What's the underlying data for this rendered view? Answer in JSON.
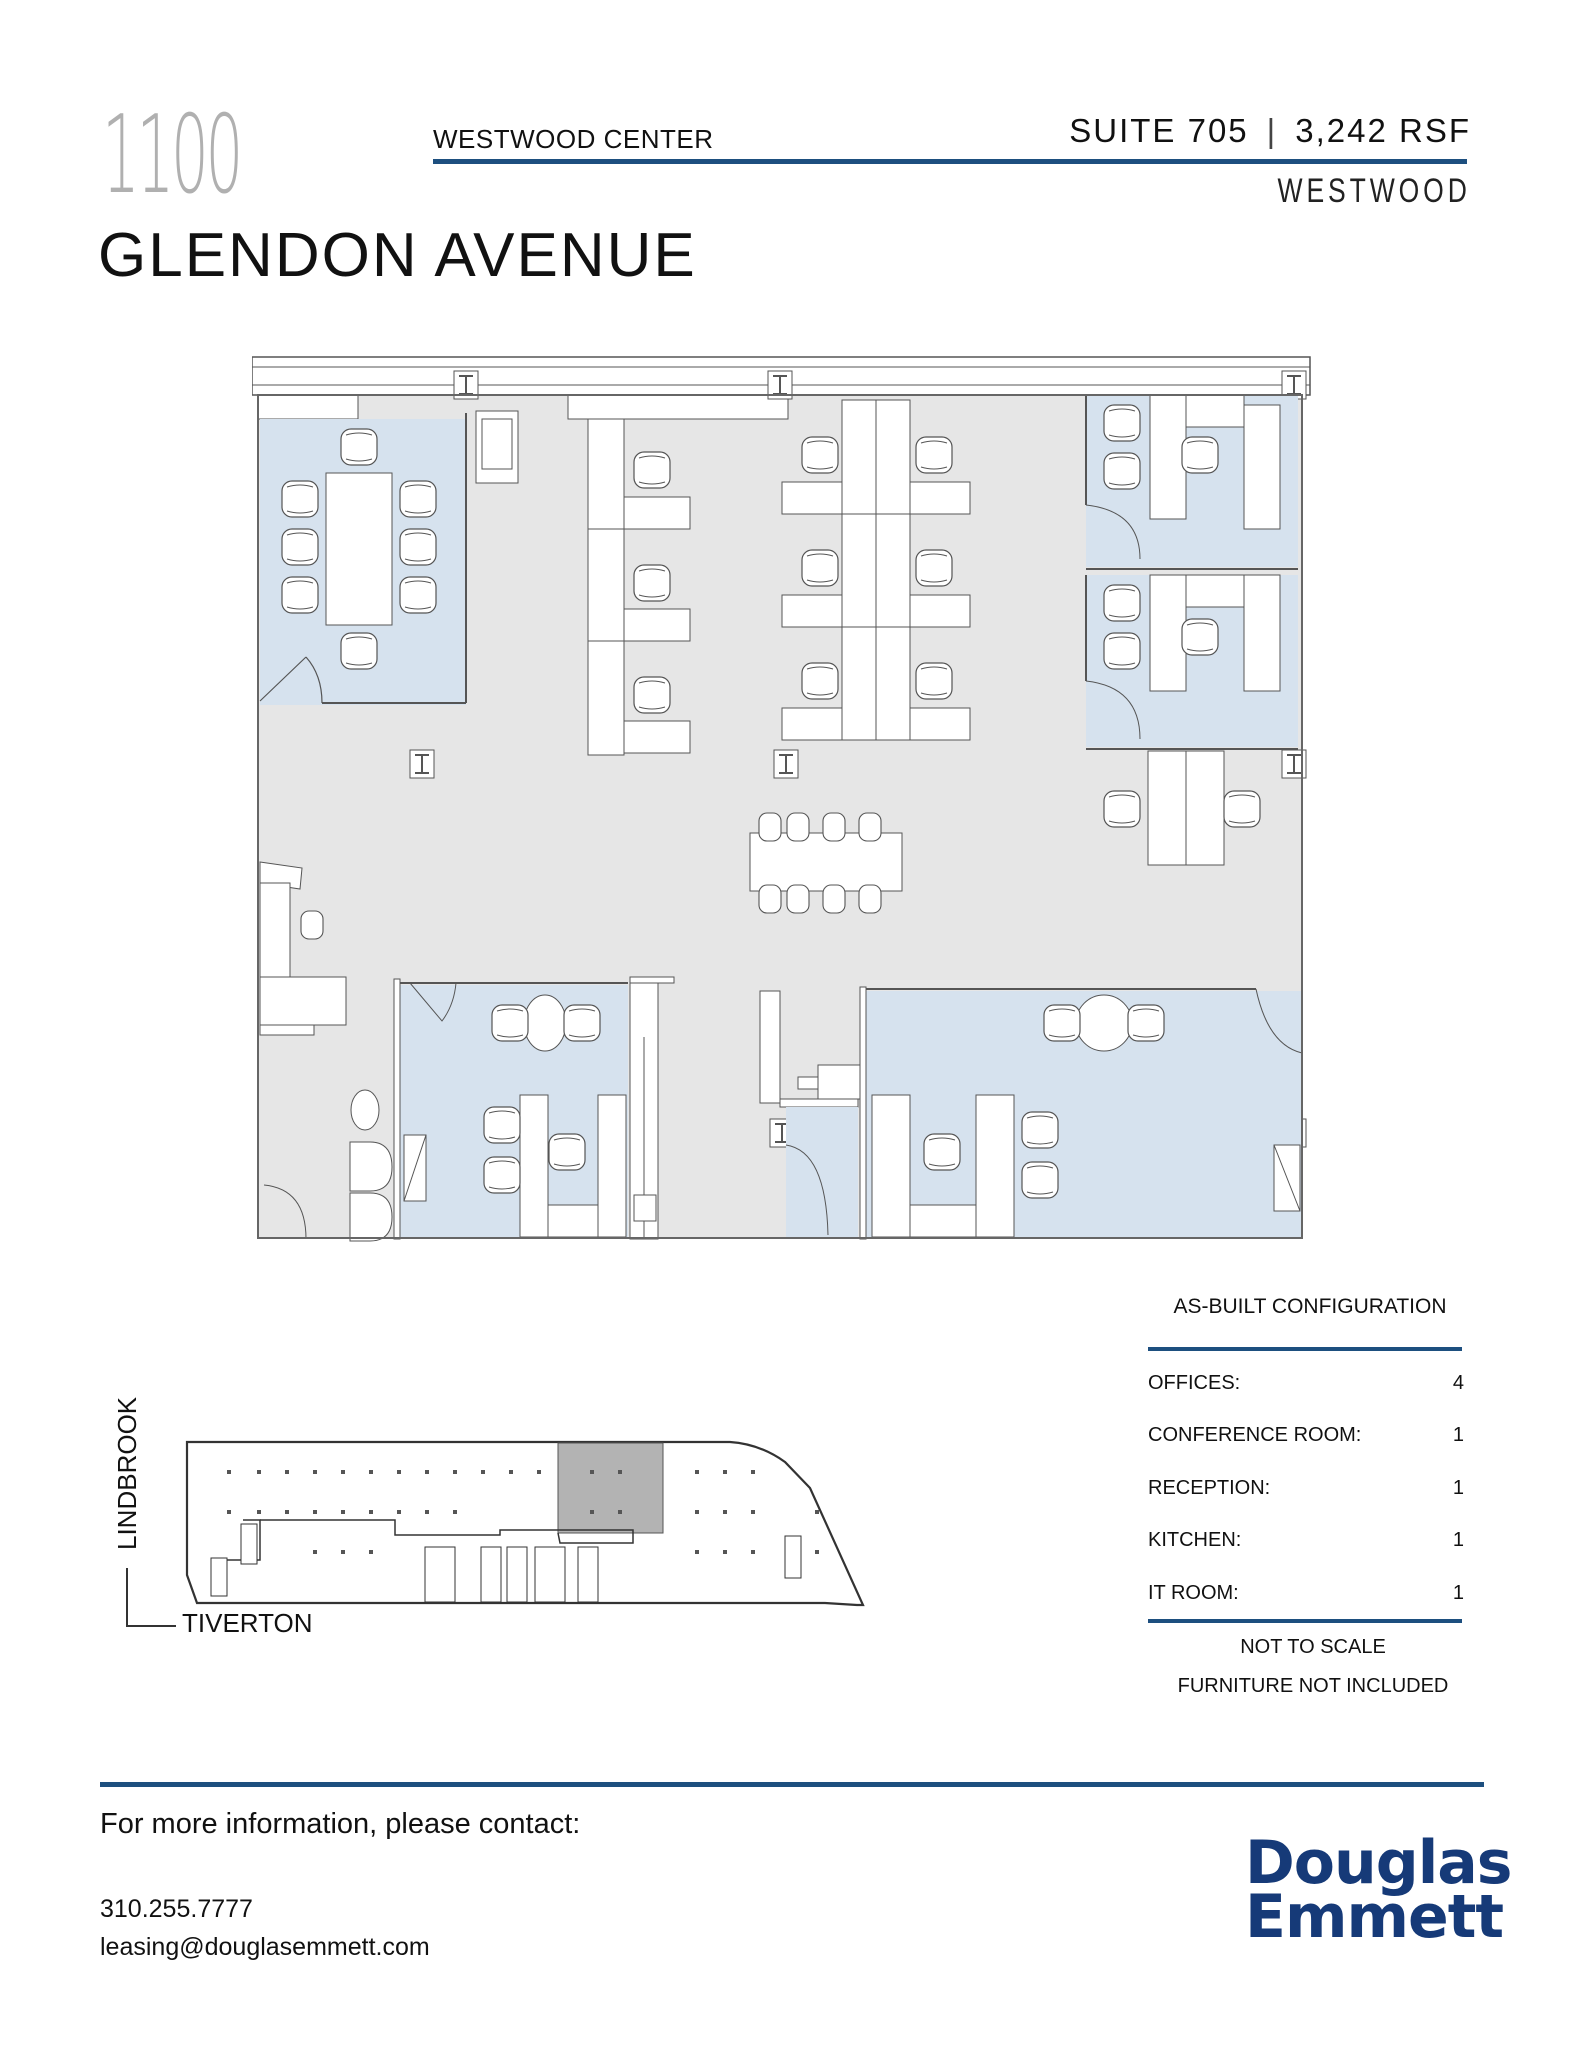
{
  "header": {
    "building_number": "1100",
    "center_name": "WESTWOOD CENTER",
    "street": "GLENDON AVENUE",
    "suite": "SUITE 705",
    "separator": "|",
    "area": "3,242 RSF",
    "neighborhood": "WESTWOOD"
  },
  "floor_plan": {
    "colors": {
      "open_area": "#e6e6e6",
      "enclosed_room": "#d6e2ee",
      "furniture": "#ffffff",
      "line": "#555555"
    }
  },
  "config": {
    "title": "AS-BUILT CONFIGURATION",
    "rows": [
      {
        "label": "OFFICES:",
        "value": "4"
      },
      {
        "label": "CONFERENCE ROOM:",
        "value": "1"
      },
      {
        "label": "RECEPTION:",
        "value": "1"
      },
      {
        "label": "KITCHEN:",
        "value": "1"
      },
      {
        "label": "IT ROOM:",
        "value": "1"
      }
    ],
    "notes": [
      "NOT TO SCALE",
      "FURNITURE NOT INCLUDED"
    ]
  },
  "key_plan": {
    "street_vertical": "LINDBROOK",
    "street_horizontal": "TIVERTON",
    "highlight_color": "#b3b3b3"
  },
  "contact": {
    "title": "For more information, please contact:",
    "phone": "310.255.7777",
    "email": "leasing@douglasemmett.com"
  },
  "brand": {
    "line1": "Douglas",
    "line2": "Emmett",
    "color": "#163a78",
    "rule_color": "#1d4f7f"
  }
}
